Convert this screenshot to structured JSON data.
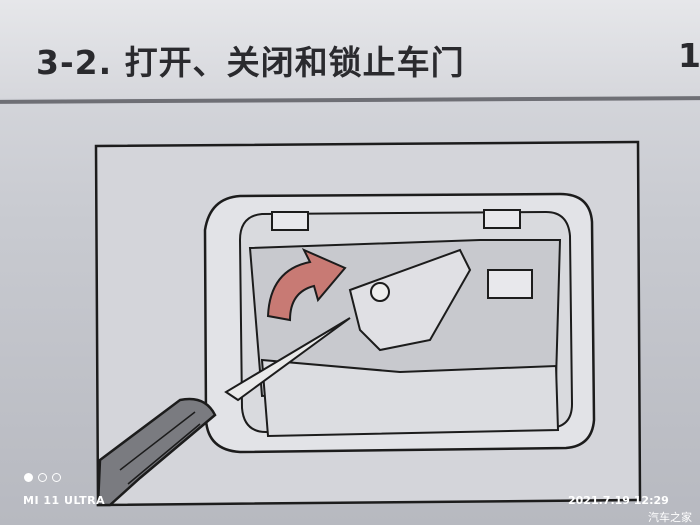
{
  "header": {
    "title": "3-2. 打开、关闭和锁止车门",
    "page_number": "1"
  },
  "illustration": {
    "arrow_color": "#c87a74"
  },
  "camera_overlay": {
    "device": "MI 11 ULTRA",
    "timestamp": "2021.7.19 12:29",
    "watermark": "汽车之家"
  }
}
